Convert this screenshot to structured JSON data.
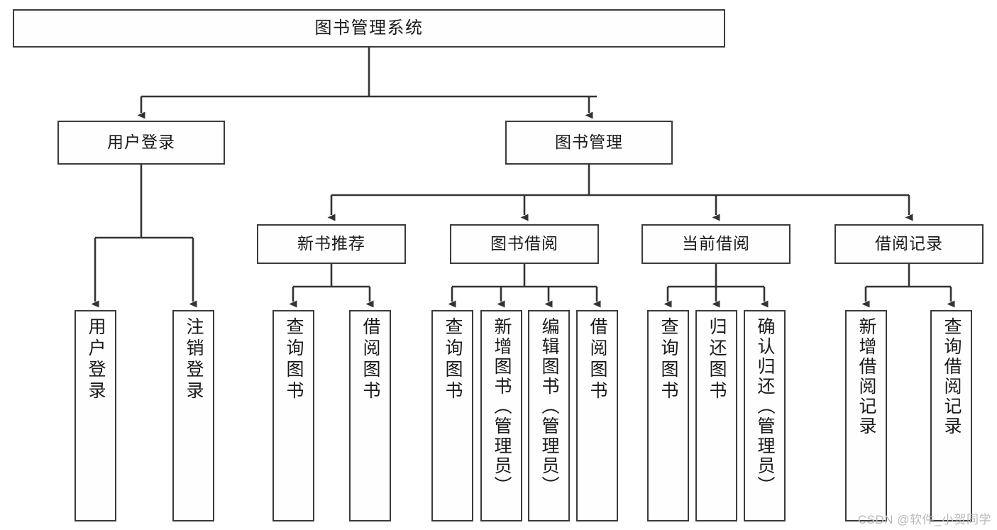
{
  "diagram": {
    "title": "图书管理系统",
    "type": "tree-hierarchy-diagram",
    "colors": {
      "border": "#3b3b3b",
      "background": "#ffffff",
      "edge": "#333333",
      "text": "#1a1a1a",
      "watermark": "#b9b9b9"
    },
    "levels": {
      "root": "图书管理系统",
      "level1": [
        "用户登录",
        "图书管理"
      ],
      "level2": [
        "新书推荐",
        "图书借阅",
        "当前借阅",
        "借阅记录"
      ]
    },
    "nodes": {
      "root": {
        "label": "图书管理系统"
      },
      "user_login": {
        "label": "用户登录"
      },
      "book_manage": {
        "label": "图书管理"
      },
      "new_book_rec": {
        "label": "新书推荐"
      },
      "book_borrow": {
        "label": "图书借阅"
      },
      "current_borrow": {
        "label": "当前借阅"
      },
      "borrow_record": {
        "label": "借阅记录"
      },
      "leaf_user_login": {
        "label": "用户登录"
      },
      "leaf_logout": {
        "label": "注销登录"
      },
      "leaf_query_book_a": {
        "label": "查询图书"
      },
      "leaf_borrow_book_a": {
        "label": "借阅图书"
      },
      "leaf_query_book_b": {
        "label": "查询图书"
      },
      "leaf_add_book": {
        "label": "新增图书（管理员）"
      },
      "leaf_edit_book": {
        "label": "编辑图书（管理员）"
      },
      "leaf_borrow_book_b": {
        "label": "借阅图书"
      },
      "leaf_query_book_c": {
        "label": "查询图书"
      },
      "leaf_return_book": {
        "label": "归还图书"
      },
      "leaf_confirm_return": {
        "label": "确认归还（管理员）"
      },
      "leaf_add_record": {
        "label": "新增借阅记录"
      },
      "leaf_query_record": {
        "label": "查询借阅记录"
      }
    }
  },
  "watermark": {
    "text": "CSDN @软件_小贺同学"
  }
}
